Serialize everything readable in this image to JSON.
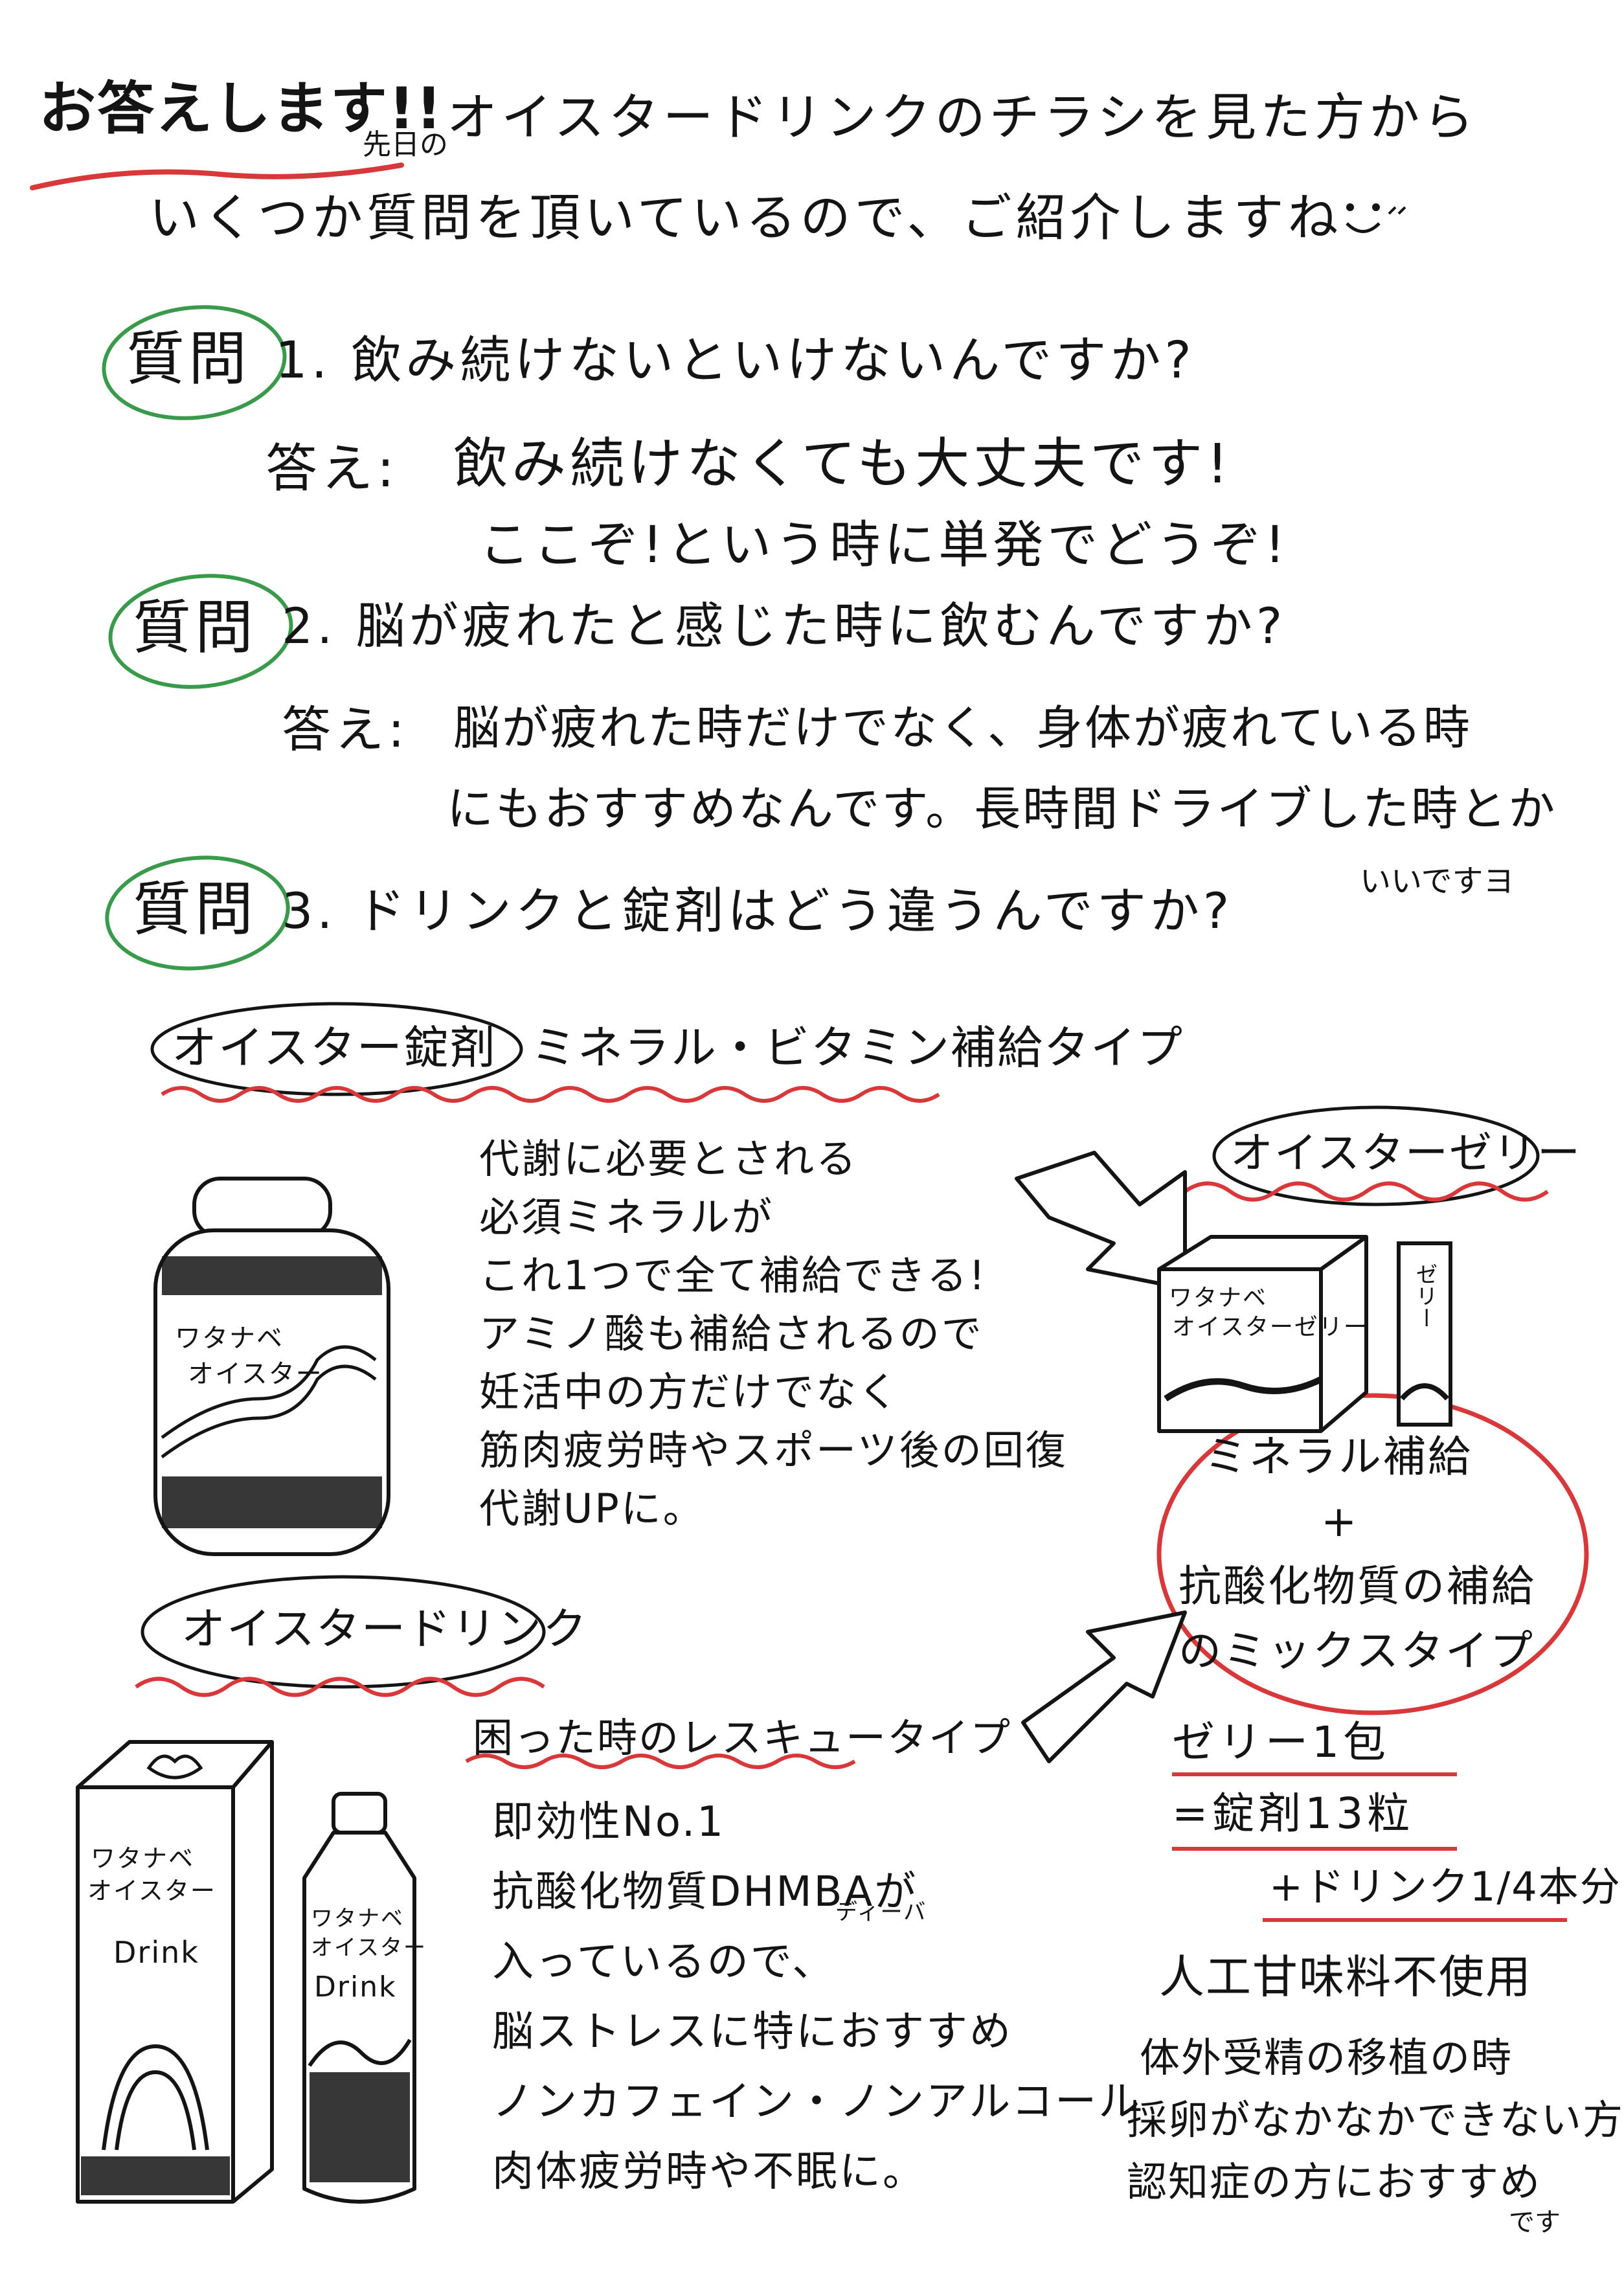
{
  "header": {
    "title": "お答えします!!",
    "small_prefix": "先日の",
    "line1": "オイスタードリンクのチラシを見た方から",
    "line2": "いくつか質問を頂いているので、ご紹介しますね"
  },
  "qa": [
    {
      "label": "質問",
      "question": "1. 飲み続けないといけないんですか?",
      "answer_label": "答え:",
      "answer_lines": [
        "飲み続けなくても大丈夫です!",
        "ここぞ!という時に単発でどうぞ!"
      ]
    },
    {
      "label": "質問",
      "question": "2. 脳が疲れたと感じた時に飲むんですか?",
      "answer_label": "答え:",
      "answer_lines": [
        "脳が疲れた時だけでなく、身体が疲れている時",
        "にもおすすめなんです。長時間ドライブした時とか"
      ],
      "answer_tail": "いいですヨ"
    },
    {
      "label": "質問",
      "question": "3. ドリンクと錠剤はどう違うんですか?"
    }
  ],
  "tablet": {
    "name": "オイスター錠剤",
    "type": "ミネラル・ビタミン補給タイプ",
    "bottle_label": [
      "ワタナベ",
      "オイスター"
    ],
    "description": [
      "代謝に必要とされる",
      "必須ミネラルが",
      "これ1つで全て補給できる!",
      "アミノ酸も補給されるので",
      "妊活中の方だけでなく",
      "筋肉疲労時やスポーツ後の回復",
      "代謝UPに。"
    ]
  },
  "jelly": {
    "name": "オイスターゼリー",
    "box_label": [
      "ワタナベ",
      "オイスターゼリー"
    ],
    "stick_label": "ゼリー",
    "description": [
      "ミネラル補給",
      "+",
      "抗酸化物質の補給",
      "のミックスタイプ"
    ],
    "equivalence": [
      "ゼリー1包",
      "=錠剤13粒",
      "+ドリンク1/4本分"
    ],
    "note": "人工甘味料不使用",
    "recommend": [
      "体外受精の移植の時",
      "採卵がなかなかできない方",
      "認知症の方におすすめ"
    ],
    "recommend_tail": "です"
  },
  "drink": {
    "name": "オイスタードリンク",
    "type": "困った時のレスキュータイプ",
    "box_label": [
      "ワタナベ",
      "オイスター",
      "Drink"
    ],
    "bottle_label": [
      "ワタナベ",
      "オイスター",
      "Drink"
    ],
    "description": [
      "即効性No.1",
      "抗酸化物質DHMBAが",
      "入っているので、",
      "脳ストレスに特におすすめ",
      "ノンカフェイン・ノンアルコール",
      "肉体疲労時や不眠に。"
    ],
    "ruby": "ディーバ"
  },
  "colors": {
    "ink": "#141414",
    "red": "#d8383a",
    "green": "#3a9a4c"
  }
}
